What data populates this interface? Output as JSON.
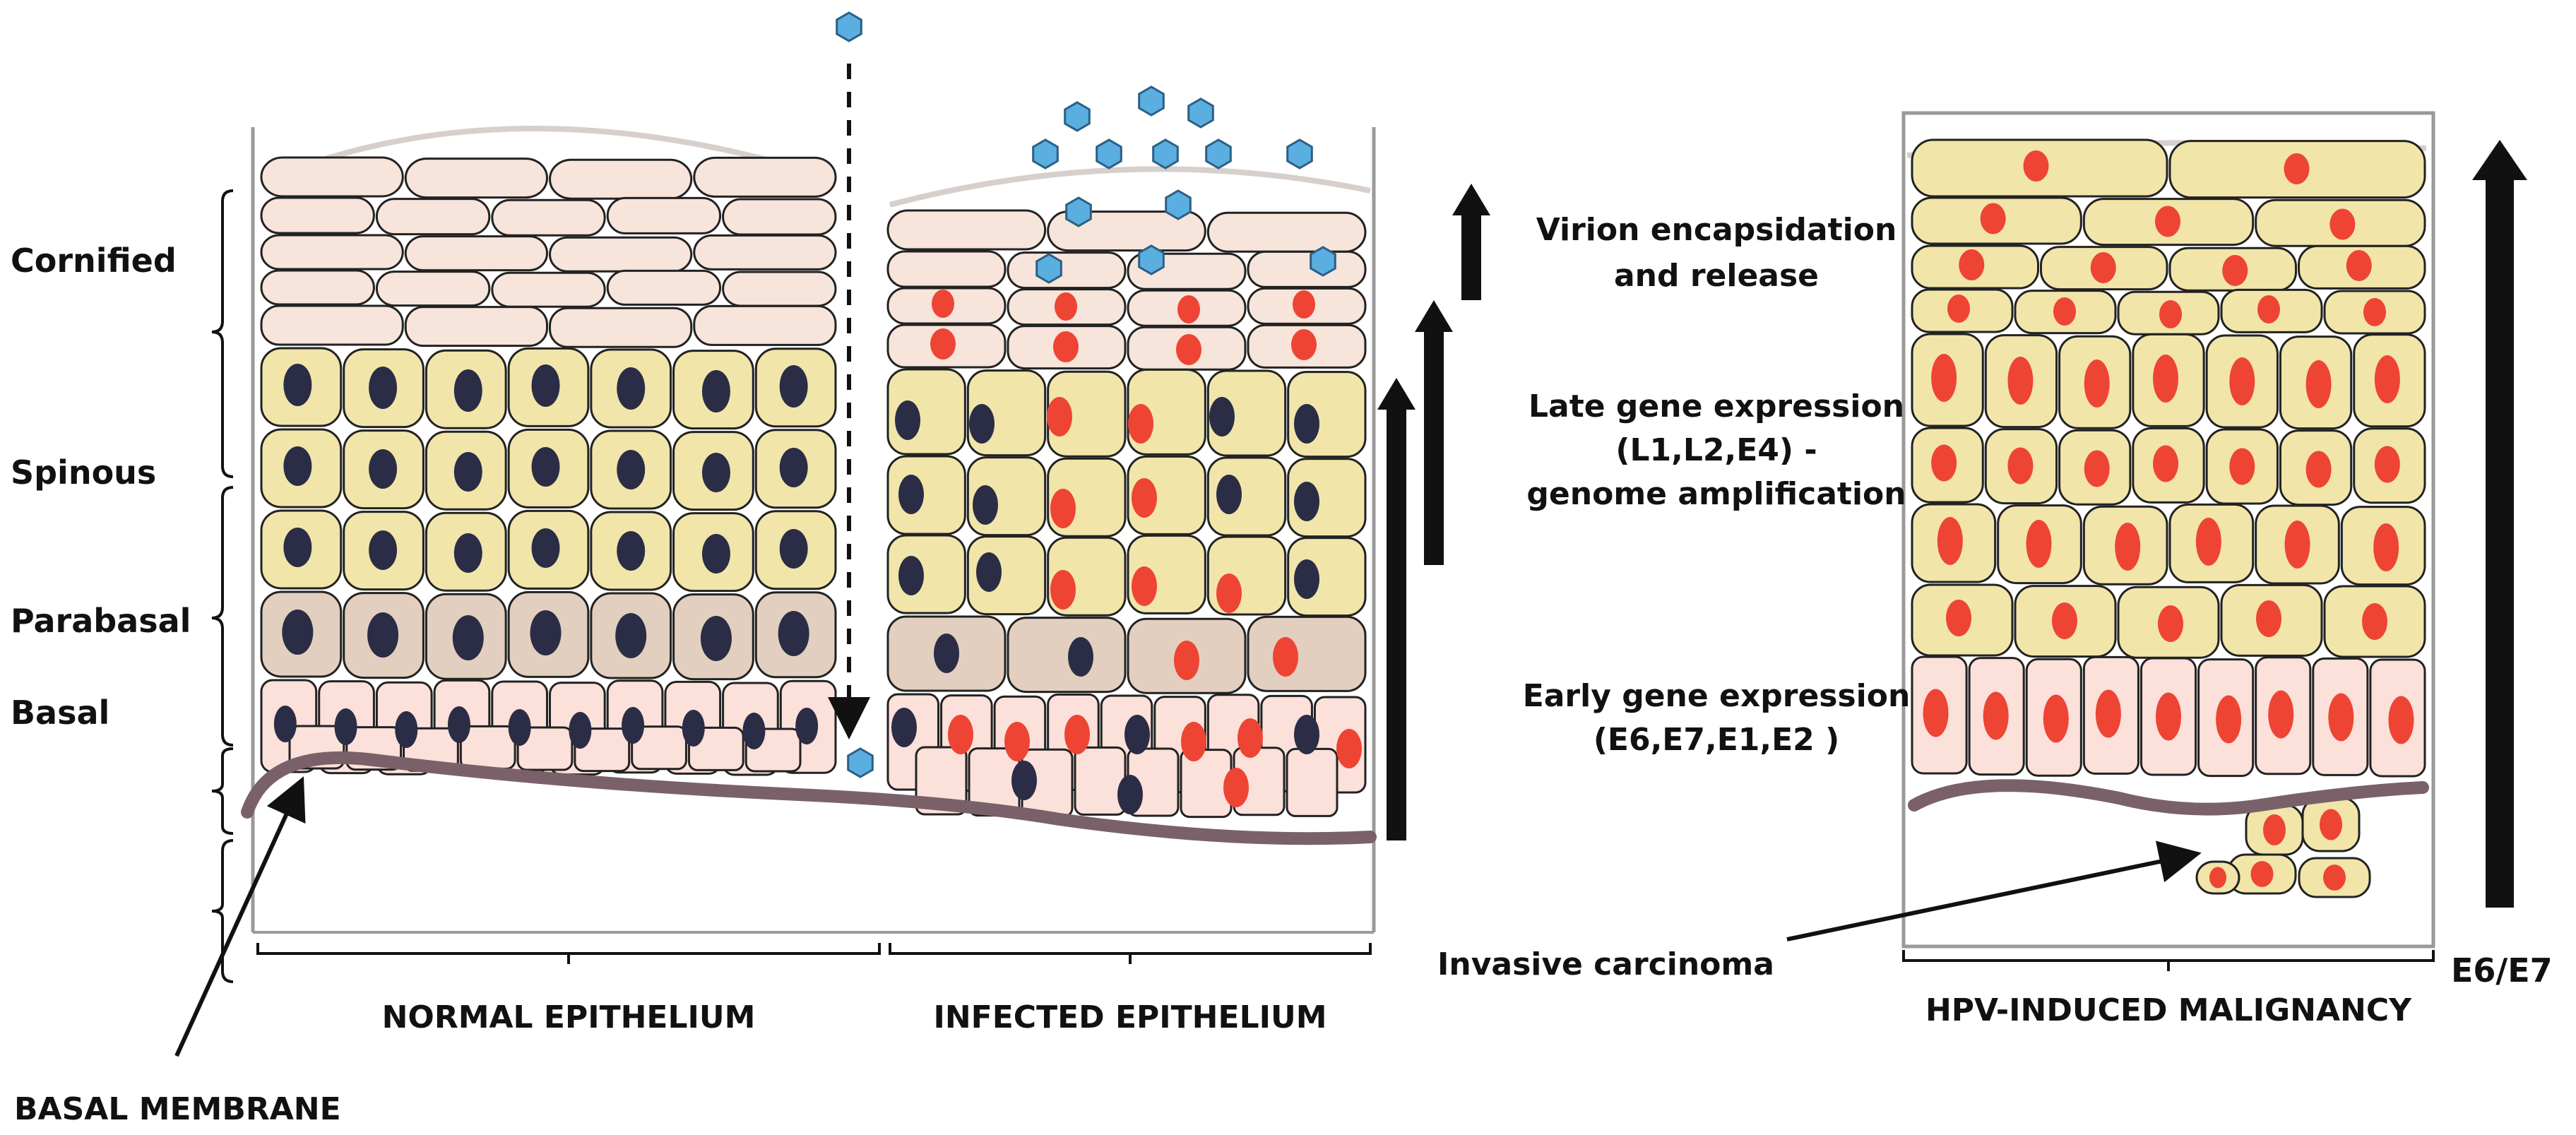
{
  "layer_labels": {
    "cornified": "Cornified",
    "spinous": "Spinous",
    "parabasal": "Parabasal",
    "basal": "Basal"
  },
  "panel_titles": {
    "normal": "NORMAL EPITHELIUM",
    "infected": "INFECTED EPITHELIUM",
    "malignancy": "HPV-INDUCED MALIGNANCY"
  },
  "stage_labels": {
    "virion": [
      "Virion encapsidation",
      "and release"
    ],
    "late": [
      "Late gene expression",
      "(L1,L2,E4) -",
      "genome amplification"
    ],
    "early": [
      "Early gene expression",
      "(E6,E7,E1,E2 )"
    ]
  },
  "annotations": {
    "basal_membrane": "BASAL MEMBRANE",
    "invasive_carcinoma": "Invasive carcinoma",
    "e6e7": "E6/E7"
  },
  "colors": {
    "cornified_cell": "#F7E4DA",
    "spinous_cell": "#F1E5AA",
    "parabasal_cell": "#E3CFBF",
    "basal_cell": "#FCE0DA",
    "normal_nucleus": "#2A2D45",
    "infected_nucleus": "#EE4434",
    "virion": "#5BAEE0",
    "membrane": "#7A6169"
  }
}
